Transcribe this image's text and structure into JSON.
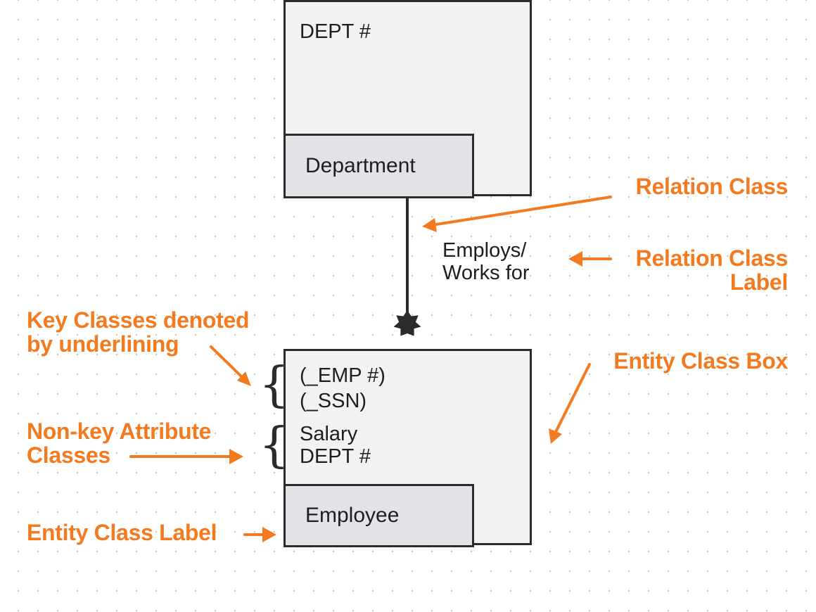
{
  "department": {
    "attribute": "DEPT #",
    "label": "Department"
  },
  "relation": {
    "label_line1": "Employs/",
    "label_line2": "Works for"
  },
  "employee": {
    "key_attributes": [
      "(_EMP #)",
      "(_SSN)"
    ],
    "nonkey_attributes": [
      "Salary",
      "DEPT #"
    ],
    "label": "Employee"
  },
  "annotations": {
    "relation_class": "Relation Class",
    "relation_class_label_line1": "Relation Class",
    "relation_class_label_line2": "Label",
    "key_classes_line1": "Key Classes denoted",
    "key_classes_line2": "by underlining",
    "entity_class_box": "Entity Class Box",
    "nonkey_line1": "Non-key Attribute",
    "nonkey_line2": "Classes",
    "entity_class_label": "Entity Class Label"
  },
  "colors": {
    "annotation": "#f47a1f",
    "box_fill": "#f1f2f4",
    "label_fill": "#e1e3e6",
    "stroke": "#2b2b2b"
  }
}
